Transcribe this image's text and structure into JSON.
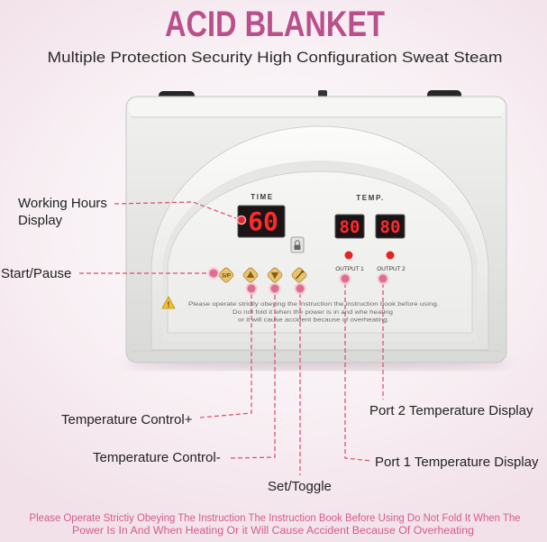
{
  "title": "ACID BLANKET",
  "subtitle": "Multiple Protection Security High Configuration Sweat Steam",
  "colors": {
    "title": "#b9508c",
    "callout_line": "#d9516e",
    "marker": "#dd6e8f",
    "marker_ring": "#f5c9d7",
    "time_marker": "#e3262c",
    "led_digits": "#ff2a2a",
    "led_indicator": "#e52421",
    "button": "#e9c46f",
    "warning": "#f1c232",
    "footer": "#d35c8c",
    "label_text": "#222222"
  },
  "device": {
    "time_label": "TIME",
    "time_value": "60",
    "temp_label": "TEMP.",
    "outputs": [
      {
        "label": "OUTPUT 1",
        "value": "80"
      },
      {
        "label": "OUTPUT 2",
        "value": "80"
      }
    ],
    "buttons": [
      {
        "label": "S/P",
        "icon": "start-pause-icon"
      },
      {
        "icon": "triangle-up-icon"
      },
      {
        "icon": "triangle-down-icon"
      },
      {
        "icon": "set-toggle-icon"
      }
    ],
    "lock_icon": "lock-icon",
    "warning_icon": "warning-icon",
    "warning_lines": [
      "Please operate strictly obeying the instruction the instruction book before using.",
      "Do not fold it when the power is in and whe heating",
      "or it will cause accident because of overheating."
    ]
  },
  "callouts": {
    "working_hours": [
      "Working Hours",
      "Display"
    ],
    "start_pause": "Start/Pause",
    "temperature_up": "Temperature Control+",
    "temperature_down": "Temperature Control-",
    "set_toggle": "Set/Toggle",
    "port_2": "Port 2 Temperature Display",
    "port_1": "Port 1 Temperature Display"
  },
  "footer": [
    "Please Operate Strictiy Obeying The Instruction The Instruction Book Before Using Do Not Fold It When The",
    "Power Is In And When Heating Or it Will Cause Accident Because Of Overheating"
  ]
}
